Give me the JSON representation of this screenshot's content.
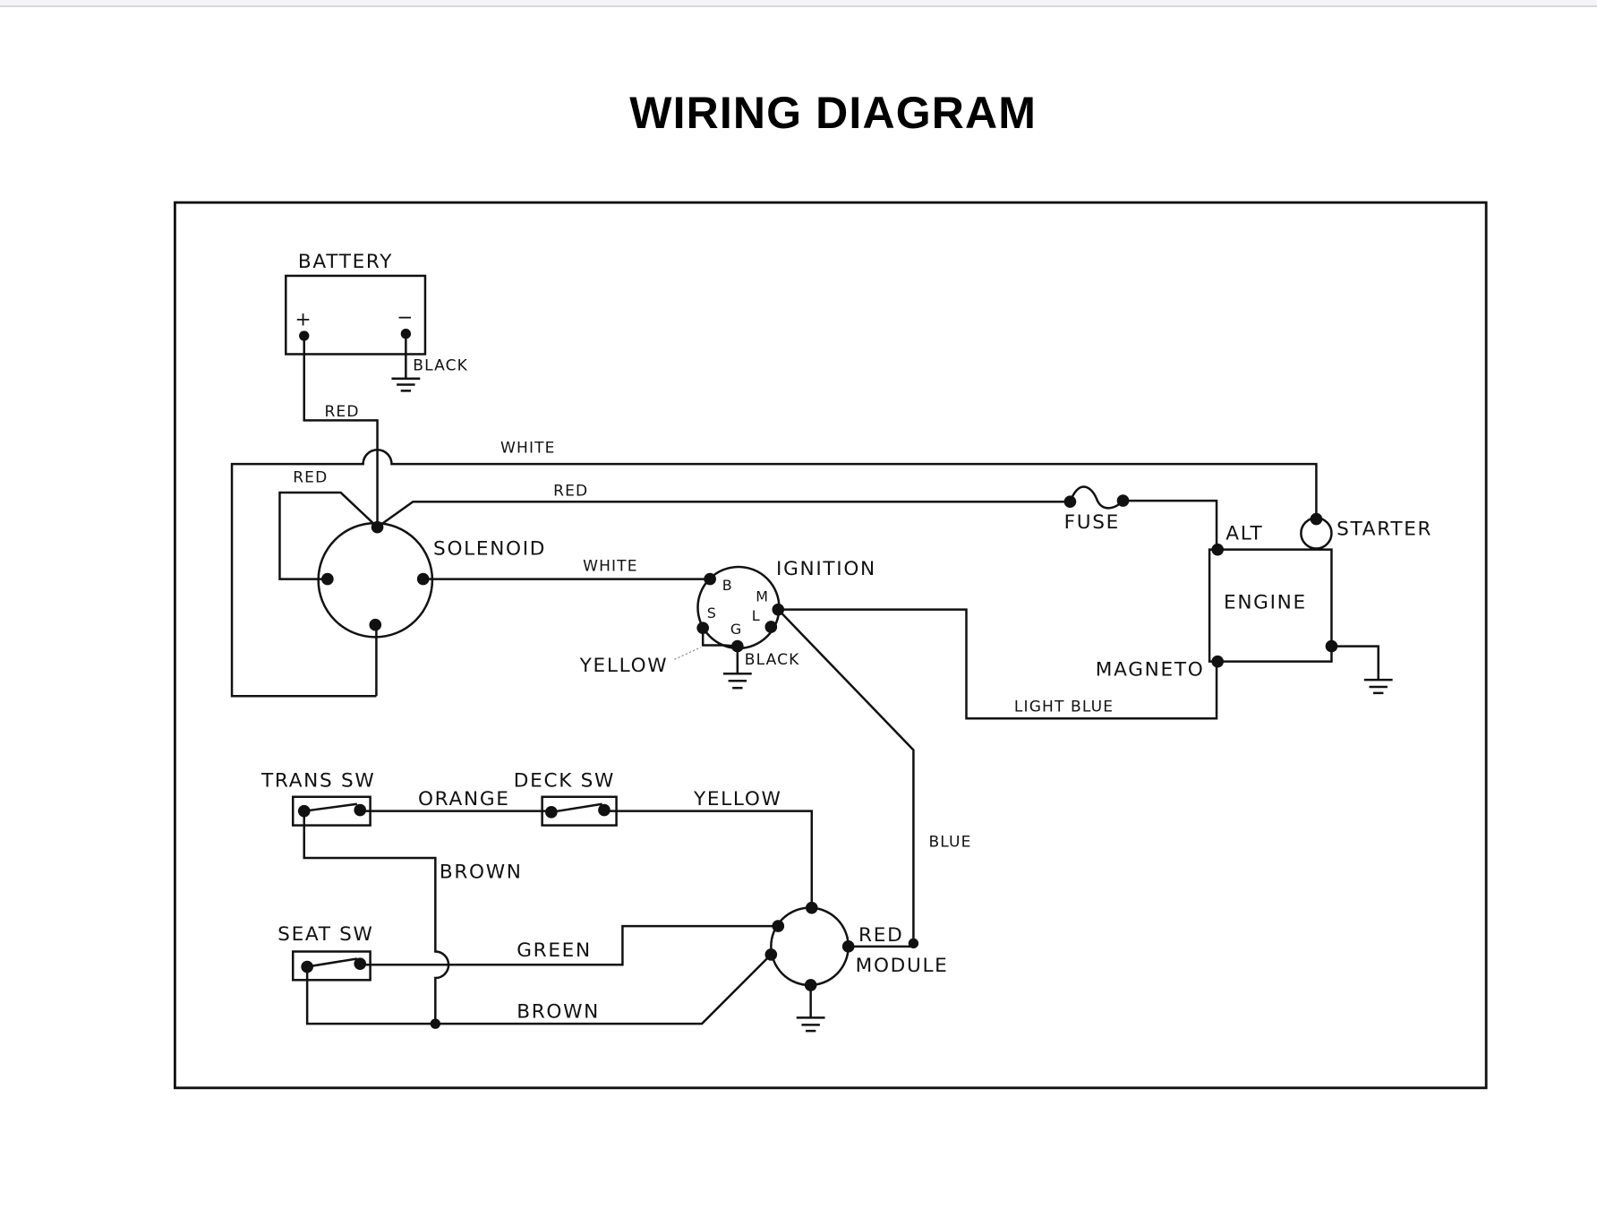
{
  "title": "WIRING DIAGRAM",
  "components": {
    "battery": {
      "label": "BATTERY",
      "positive": "+",
      "negative": "−"
    },
    "solenoid": {
      "label": "SOLENOID"
    },
    "ignition": {
      "label": "IGNITION",
      "terminals": {
        "B": "B",
        "M": "M",
        "S": "S",
        "L": "L",
        "G": "G"
      }
    },
    "fuse": {
      "label": "FUSE"
    },
    "alt": {
      "label": "ALT"
    },
    "starter": {
      "label": "STARTER"
    },
    "engine": {
      "label": "ENGINE"
    },
    "magneto": {
      "label": "MAGNETO"
    },
    "trans_sw": {
      "label": "TRANS SW"
    },
    "deck_sw": {
      "label": "DECK SW"
    },
    "seat_sw": {
      "label": "SEAT SW"
    },
    "module": {
      "label": "MODULE"
    }
  },
  "wires": {
    "battery_ground": "BLACK",
    "battery_to_solenoid": "RED",
    "solenoid_to_starter": "WHITE",
    "solenoid_loop": "RED",
    "solenoid_to_fuse": "RED",
    "solenoid_to_ignition": "WHITE",
    "ignition_s": "YELLOW",
    "ignition_ground": "BLACK",
    "ignition_to_magneto": "LIGHT BLUE",
    "ignition_to_module": "BLUE",
    "trans_to_deck": "ORANGE",
    "deck_to_module": "YELLOW",
    "trans_to_ground_bus": "BROWN",
    "seat_to_module": "GREEN",
    "seat_to_module_bottom": "BROWN",
    "module_red": "RED"
  }
}
